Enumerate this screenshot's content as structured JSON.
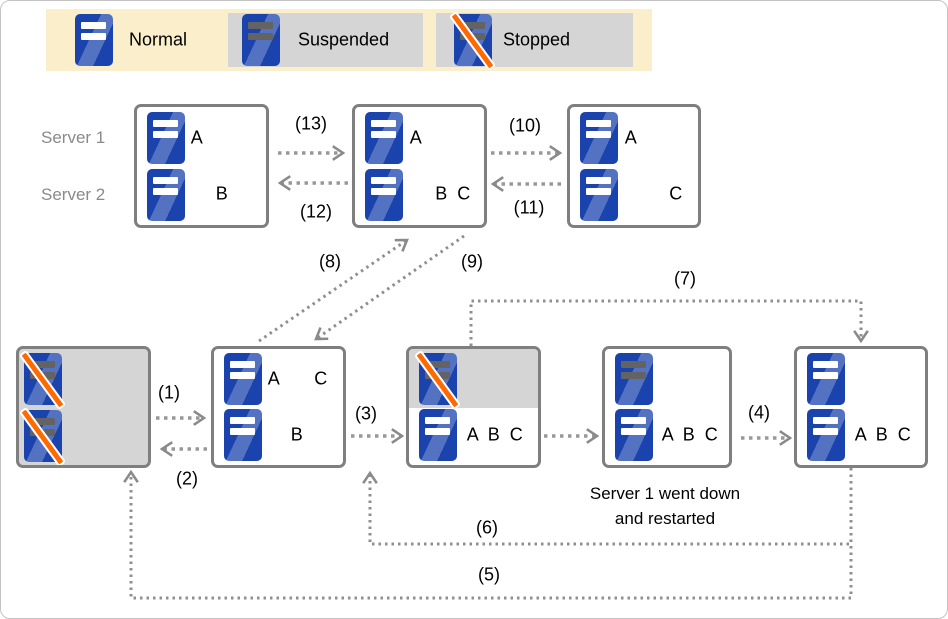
{
  "legend": {
    "items": [
      {
        "name": "normal",
        "label": "Normal"
      },
      {
        "name": "suspended",
        "label": "Suspended"
      },
      {
        "name": "stopped",
        "label": "Stopped"
      }
    ]
  },
  "row_labels": {
    "server1": "Server 1",
    "server2": "Server 2"
  },
  "boxes": {
    "t1": {
      "row1": "A",
      "row2": "B"
    },
    "t2": {
      "row1": "A",
      "row2": "B C"
    },
    "t3": {
      "row1": "A",
      "row2": "C"
    },
    "b2": {
      "row1a": "A",
      "row1c": "C",
      "row2": "B"
    },
    "b3": {
      "row2": "A B C"
    },
    "b4": {
      "row2": "A B C"
    },
    "b5": {
      "row2": "A B C"
    }
  },
  "arrows": {
    "a1": "(1)",
    "a2": "(2)",
    "a3": "(3)",
    "a4": "(4)",
    "a5": "(5)",
    "a6": "(6)",
    "a7": "(7)",
    "a8": "(8)",
    "a9": "(9)",
    "a10": "(10)",
    "a11": "(11)",
    "a12": "(12)",
    "a13": "(13)"
  },
  "note": {
    "line1": "Server 1 went down",
    "line2": "and restarted"
  },
  "colors": {
    "server_blue": "#1B43AE",
    "server_blue_highlight": "#2E5FD9",
    "slash_orange": "#FF6A00",
    "legend_background": "#FAEFCA",
    "gray_fill": "#D5D5D5",
    "box_border": "#7F7F7F",
    "arrow_gray": "#8A8A8A",
    "muted_text": "#8A8A8A"
  }
}
